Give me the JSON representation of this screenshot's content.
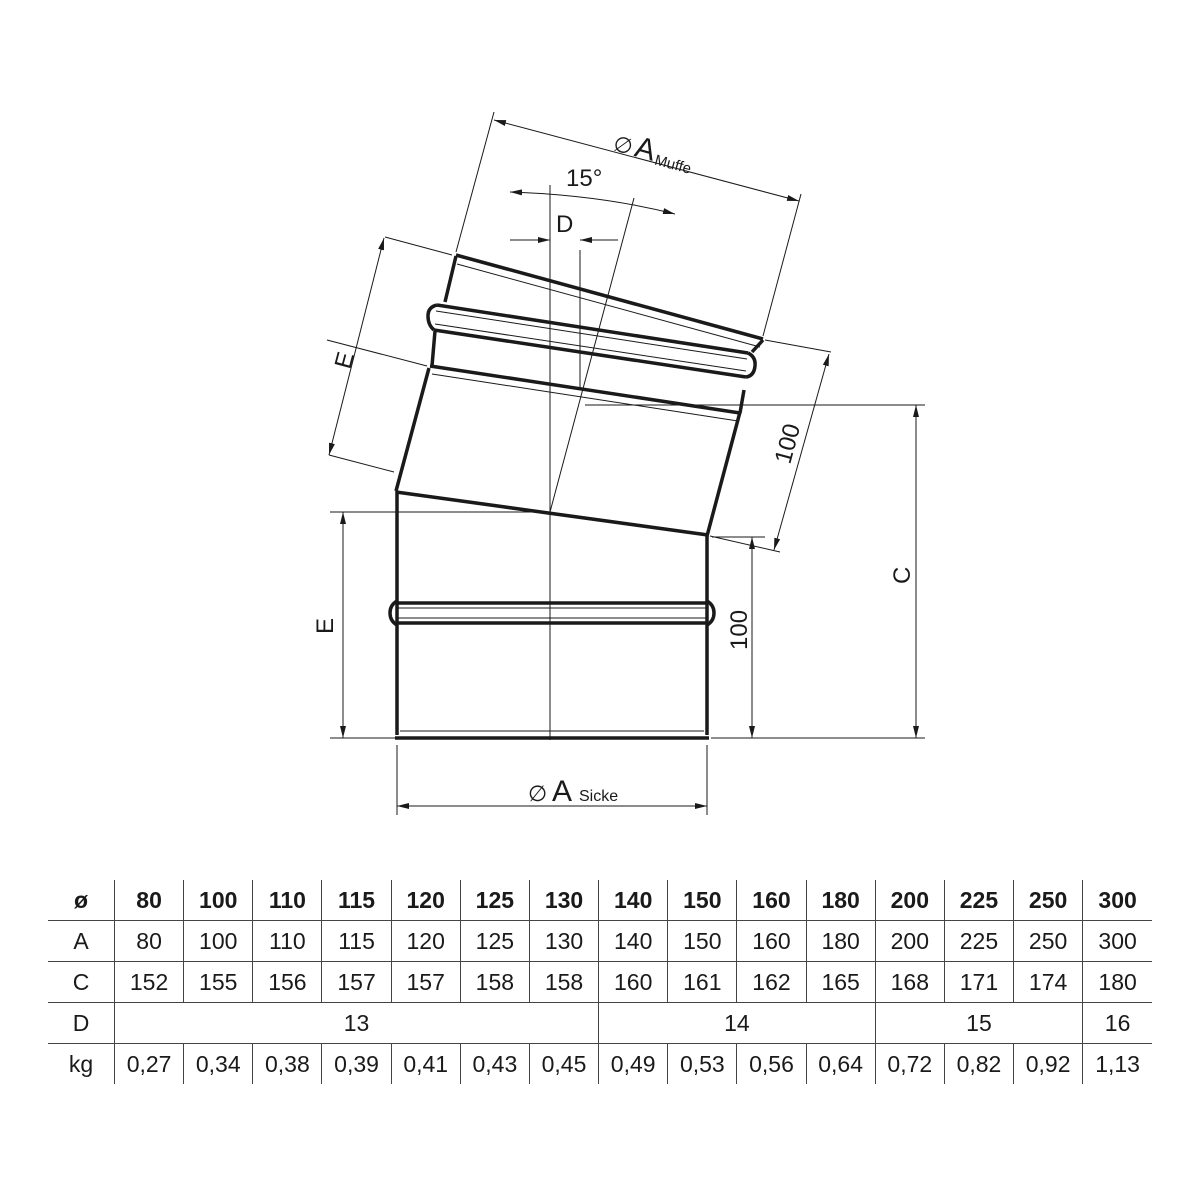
{
  "labels": {
    "dia_top": "∅",
    "dia_top_main": "A",
    "dia_top_sub": "Muffe",
    "angle": "15°",
    "d_label": "D",
    "e_upper": "E",
    "e_lower": "E",
    "dim_100_upper": "100",
    "dim_100_lower": "100",
    "c_label": "C",
    "dia_bottom": "∅",
    "dia_bottom_main": "A",
    "dia_bottom_sub": "Sicke"
  },
  "table": {
    "header": [
      "ø",
      "80",
      "100",
      "110",
      "115",
      "120",
      "125",
      "130",
      "140",
      "150",
      "160",
      "180",
      "200",
      "225",
      "250",
      "300"
    ],
    "A": {
      "label": "A",
      "values": [
        "80",
        "100",
        "110",
        "115",
        "120",
        "125",
        "130",
        "140",
        "150",
        "160",
        "180",
        "200",
        "225",
        "250",
        "300"
      ]
    },
    "C": {
      "label": "C",
      "values": [
        "152",
        "155",
        "156",
        "157",
        "157",
        "158",
        "158",
        "160",
        "161",
        "162",
        "165",
        "168",
        "171",
        "174",
        "180"
      ]
    },
    "D": {
      "label": "D",
      "groups": [
        {
          "value": "13",
          "span": 7
        },
        {
          "value": "14",
          "span": 4
        },
        {
          "value": "15",
          "span": 3
        },
        {
          "value": "16",
          "span": 1
        }
      ]
    },
    "kg": {
      "label": "kg",
      "values": [
        "0,27",
        "0,34",
        "0,38",
        "0,39",
        "0,41",
        "0,43",
        "0,45",
        "0,49",
        "0,53",
        "0,56",
        "0,64",
        "0,72",
        "0,82",
        "0,92",
        "1,13"
      ]
    }
  }
}
